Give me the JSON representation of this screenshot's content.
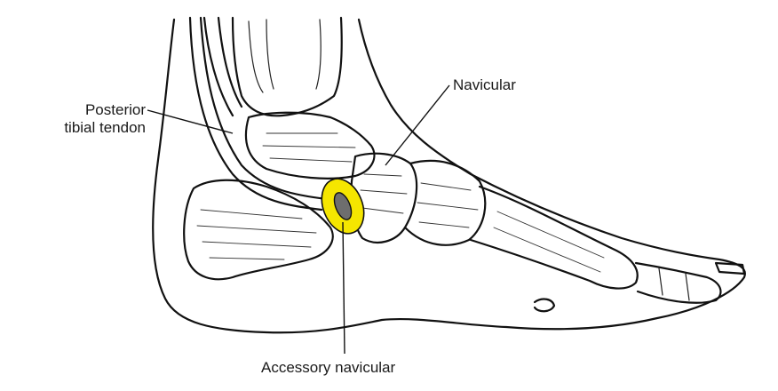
{
  "labels": {
    "navicular": "Navicular",
    "posterior_line1": "Posterior",
    "posterior_line2": "tibial tendon",
    "accessory": "Accessory navicular"
  },
  "colors": {
    "ink": "#111111",
    "highlight": "#f5e600",
    "background": "#ffffff"
  }
}
